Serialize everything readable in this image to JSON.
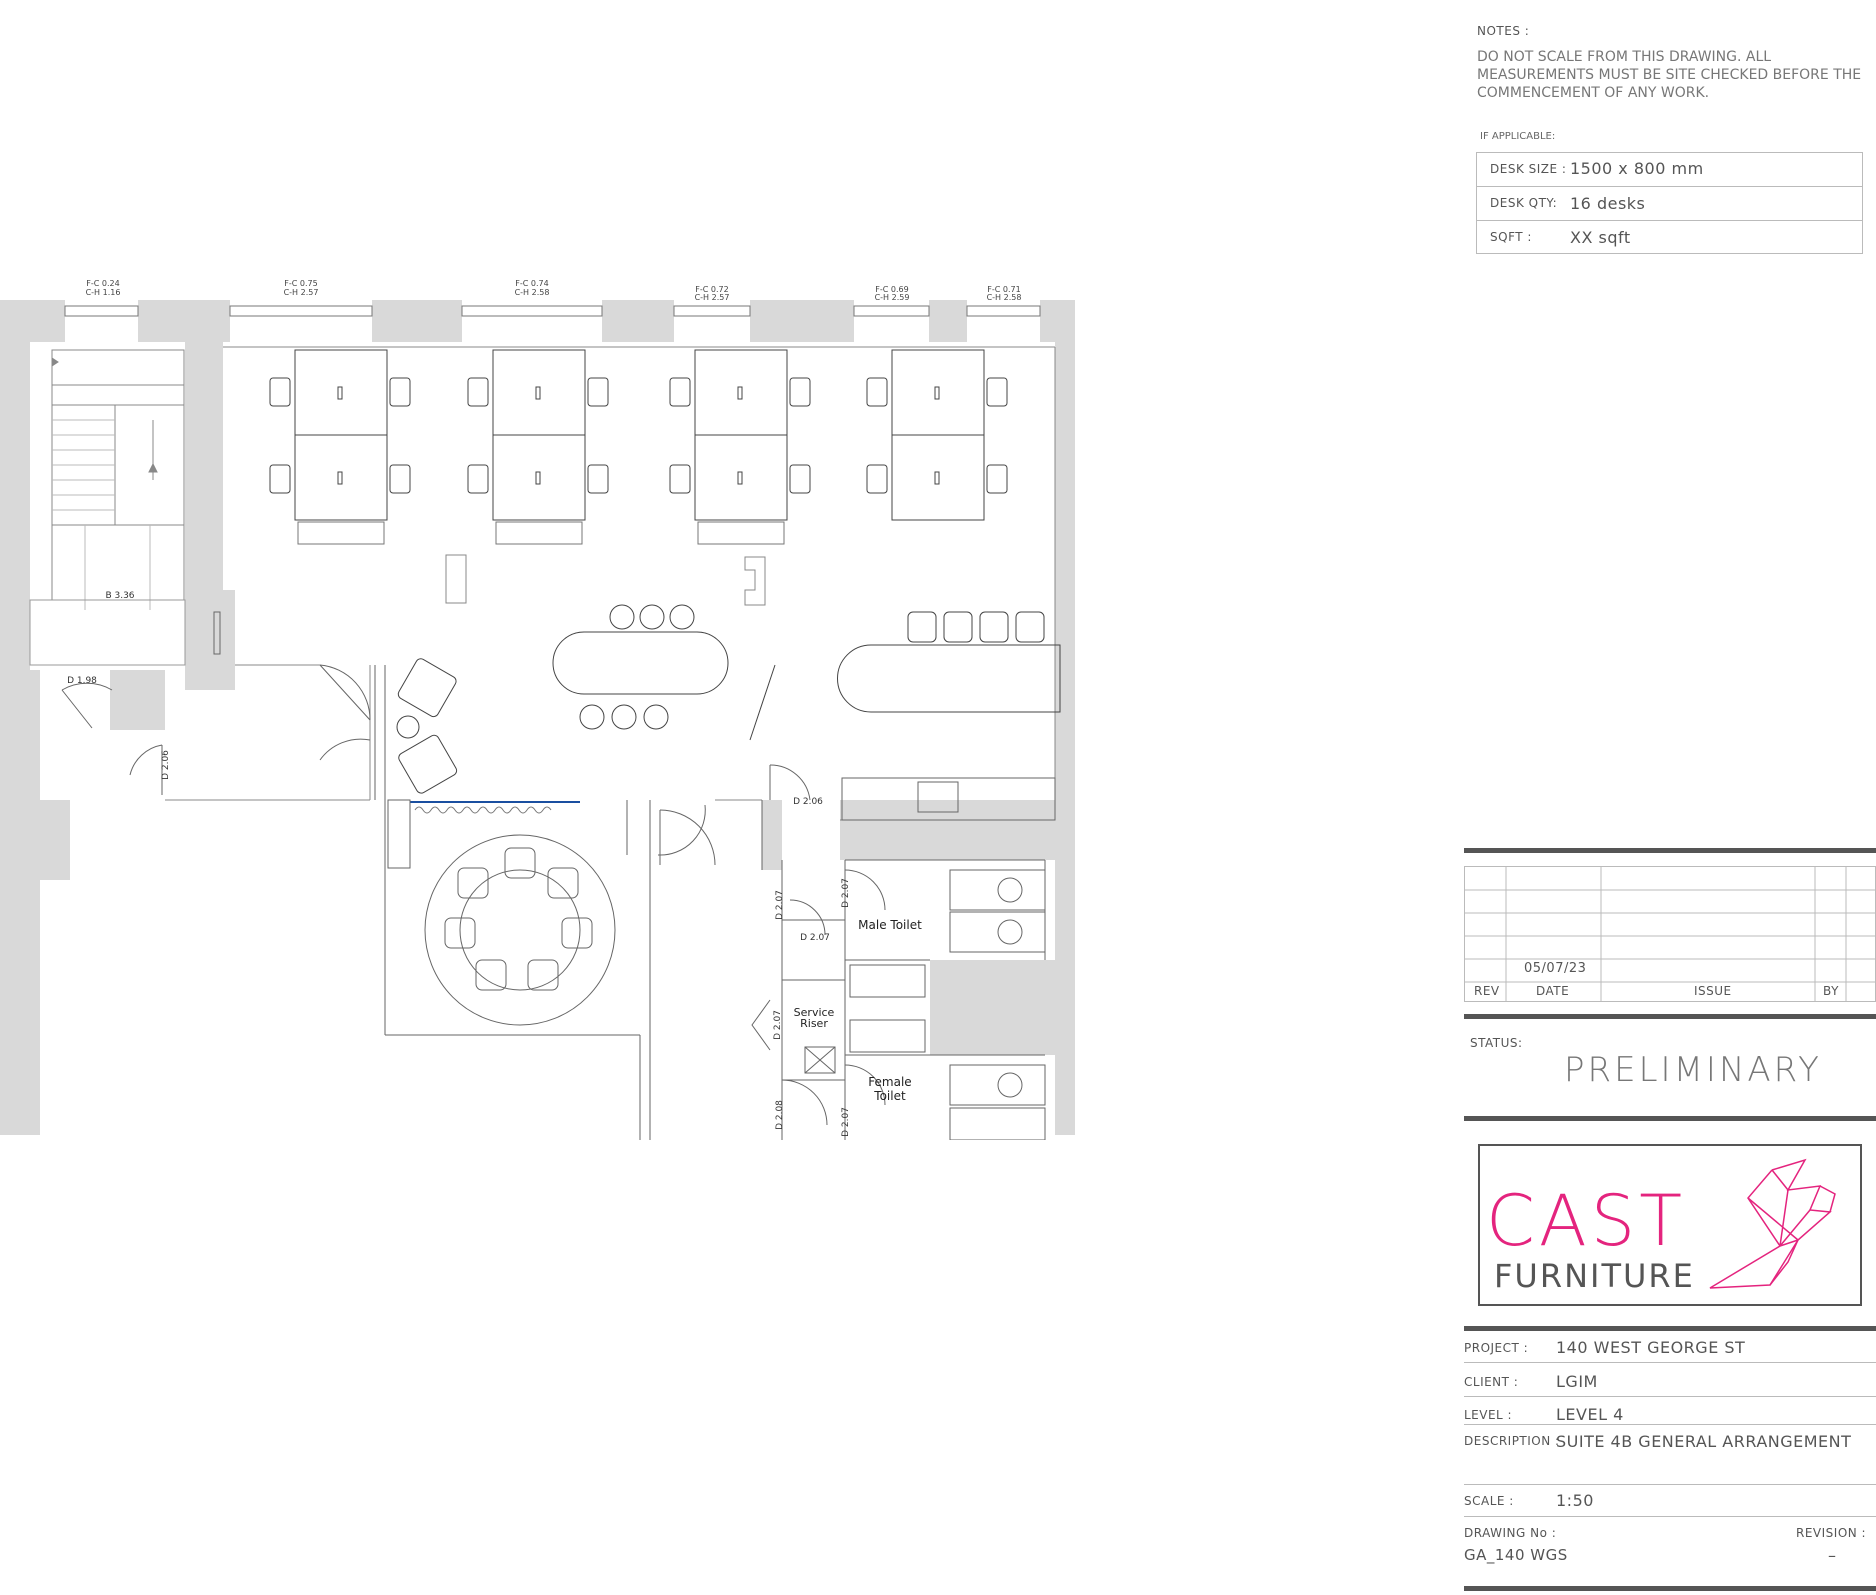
{
  "notes": {
    "heading": "NOTES :",
    "text_lines": [
      "DO NOT SCALE FROM THIS DRAWING. ALL",
      "MEASUREMENTS MUST BE SITE CHECKED BEFORE THE",
      "COMMENCEMENT OF ANY WORK."
    ],
    "if_applicable": "IF APPLICABLE:",
    "specs": [
      {
        "label": "DESK  SIZE  :",
        "value": "1500  x  800  mm"
      },
      {
        "label": "DESK  QTY:",
        "value": "16  desks"
      },
      {
        "label": "SQFT  :",
        "value": "XX  sqft"
      }
    ]
  },
  "revisions": {
    "date_entry": "05/07/23",
    "headers": {
      "rev": "REV",
      "date": "DATE",
      "issue": "ISSUE",
      "by": "BY"
    }
  },
  "status": {
    "label": "STATUS:",
    "value": "PRELIMINARY"
  },
  "logo": {
    "brand": "CAST",
    "sub": "FURNITURE",
    "brand_color": "#e4247e"
  },
  "project_info": [
    {
      "label": "PROJECT :",
      "value": "140   WEST  GEORGE  ST"
    },
    {
      "label": "CLIENT :",
      "value": "LGIM"
    },
    {
      "label": "LEVEL  :",
      "value": "LEVEL  4"
    },
    {
      "label": "DESCRIPTION  :",
      "value": "SUITE  4B  GENERAL  ARRANGEMENT"
    },
    {
      "label": "SCALE  :",
      "value": "1:50"
    }
  ],
  "drawing": {
    "no_label": "DRAWING  No  :",
    "no_value": "GA_140  WGS",
    "revision_label": "REVISION  :",
    "revision_value": "–"
  },
  "plan": {
    "window_tags": [
      {
        "fc": "F-C 0.24",
        "ch": "C-H 1.16"
      },
      {
        "fc": "F-C 0.75",
        "ch": "C-H 2.57"
      },
      {
        "fc": "F-C 0.74",
        "ch": "C-H 2.58"
      },
      {
        "fc": "F-C 0.72",
        "ch": "C-H 2.57"
      },
      {
        "fc": "F-C 0.69",
        "ch": "C-H 2.59"
      },
      {
        "fc": "F-C 0.71",
        "ch": "C-H 2.58"
      }
    ],
    "labels": {
      "b336": "B 3.36",
      "d198": "D 1.98",
      "d206a": "D 2.06",
      "d206b": "D 2.06",
      "d207a": "D 2.07",
      "d207b": "D 2.07",
      "d207c": "D 2.07",
      "d207d": "D 2.07",
      "d207e": "D 2.07",
      "d208": "D 2.08",
      "male_toilet": "Male  Toilet",
      "service_riser_1": "Service",
      "service_riser_2": "Riser",
      "female_toilet_1": "Female",
      "female_toilet_2": "Toilet"
    },
    "colors": {
      "wall": "#d9d9d9",
      "line": "#666666",
      "accent": "#1a4fa0"
    }
  }
}
